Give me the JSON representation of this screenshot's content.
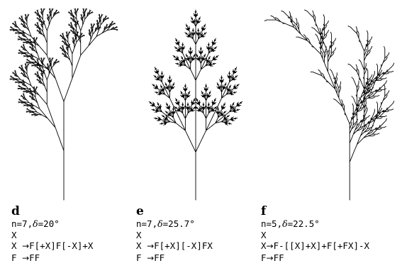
{
  "panels": [
    {
      "letter": "d",
      "params": {
        "n_label": "n=7,",
        "delta_symbol": "δ",
        "delta_value": "=20°"
      },
      "axiom": "X",
      "rules": [
        {
          "lhs": "X",
          "arrow": "→",
          "rhs": "F[+X]F[-X]+X"
        },
        {
          "lhs": "F",
          "arrow": "→",
          "rhs": "FF"
        }
      ],
      "lsystem": {
        "n": 7,
        "angle": 20,
        "axiom": "X",
        "rules": {
          "X": "F[+X]F[-X]+X",
          "F": "FF"
        }
      }
    },
    {
      "letter": "e",
      "params": {
        "n_label": "n=7,",
        "delta_symbol": "δ",
        "delta_value": "=25.7°"
      },
      "axiom": "X",
      "rules": [
        {
          "lhs": "X",
          "arrow": "→",
          "rhs": "F[+X][-X]FX"
        },
        {
          "lhs": "F",
          "arrow": "→",
          "rhs": "FF"
        }
      ],
      "lsystem": {
        "n": 7,
        "angle": 25.7,
        "axiom": "X",
        "rules": {
          "X": "F[+X][-X]FX",
          "F": "FF"
        }
      }
    },
    {
      "letter": "f",
      "params": {
        "n_label": "n=5,",
        "delta_symbol": "δ",
        "delta_value": "=22.5°"
      },
      "axiom": "X",
      "rules": [
        {
          "lhs": "X",
          "arrow": "→",
          "rhs": "F-[[X]+X]+F[+FX]-X"
        },
        {
          "lhs": "F",
          "arrow": "→",
          "rhs": "FF"
        }
      ],
      "lsystem": {
        "n": 5,
        "angle": 22.5,
        "axiom": "X",
        "rules": {
          "X": "F-[[X]+X]+F[+FX]-X",
          "F": "FF"
        }
      }
    }
  ],
  "colors": {
    "ink": "#000000",
    "background": "#ffffff"
  }
}
